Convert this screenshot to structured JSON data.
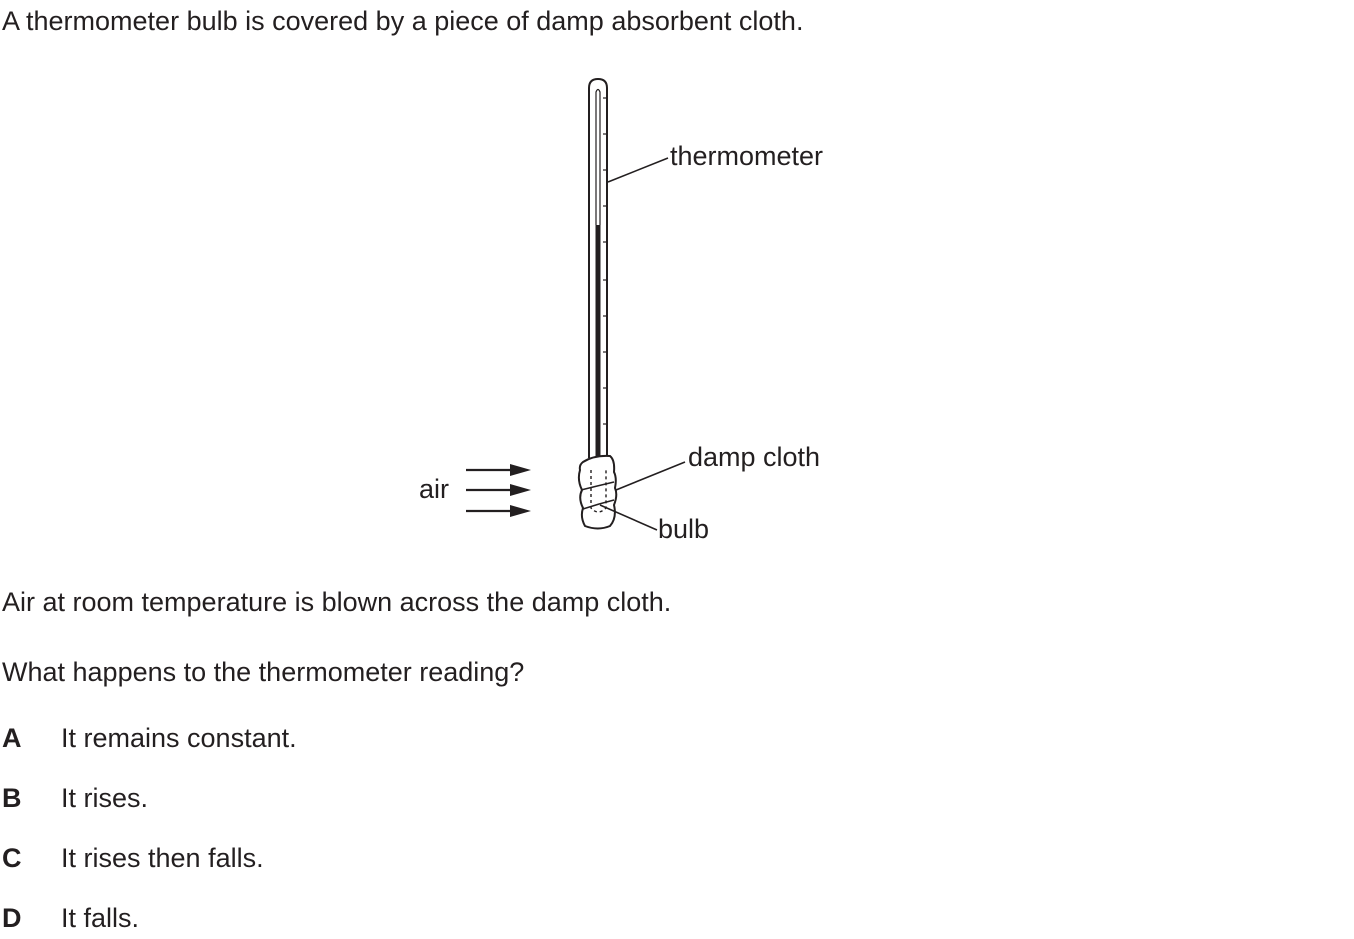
{
  "intro": "A thermometer bulb is covered by a piece of damp absorbent cloth.",
  "diagram": {
    "labels": {
      "thermometer": "thermometer",
      "damp_cloth": "damp cloth",
      "bulb": "bulb",
      "air": "air"
    }
  },
  "statement": "Air at room temperature is blown across the damp cloth.",
  "question": "What happens to the thermometer reading?",
  "options": [
    {
      "letter": "A",
      "text": "It remains constant."
    },
    {
      "letter": "B",
      "text": "It rises."
    },
    {
      "letter": "C",
      "text": "It rises then falls."
    },
    {
      "letter": "D",
      "text": "It falls."
    }
  ]
}
